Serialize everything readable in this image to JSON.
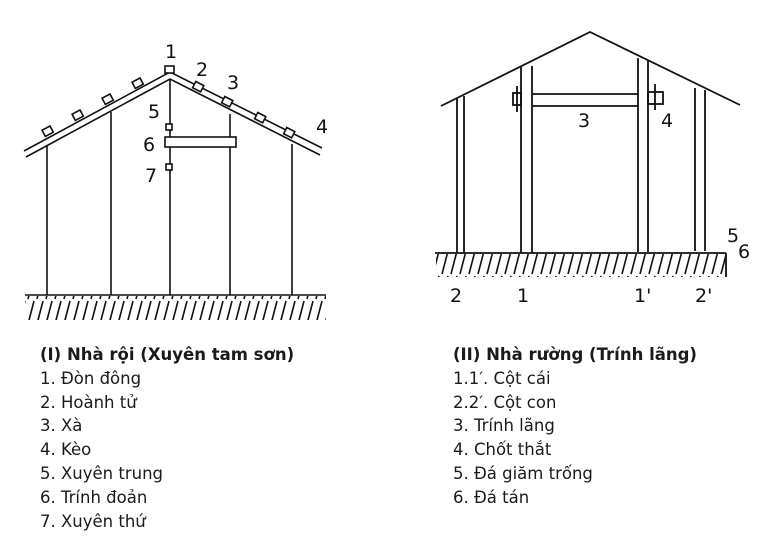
{
  "diagram1": {
    "labels": [
      "1",
      "2",
      "3",
      "4",
      "5",
      "6",
      "7"
    ],
    "legend_title": "(I) Nhà rội (Xuyên tam sơn)",
    "items": [
      "1. Đòn đông",
      "2. Hoành tử",
      "3. Xà",
      "4. Kèo",
      "5. Xuyên trung",
      "6. Trính đoản",
      "7. Xuyên thứ"
    ]
  },
  "diagram2": {
    "labels": [
      "3",
      "4",
      "5",
      "6",
      "2",
      "1",
      "1'",
      "2'"
    ],
    "legend_title": "(II) Nhà rường (Trính lãng)",
    "items": [
      "1.1′. Cột cái",
      "2.2′. Cột con",
      "3. Trính lãng",
      "4. Chốt thắt",
      "5. Đá giăm trống",
      "6. Đá tán"
    ]
  }
}
